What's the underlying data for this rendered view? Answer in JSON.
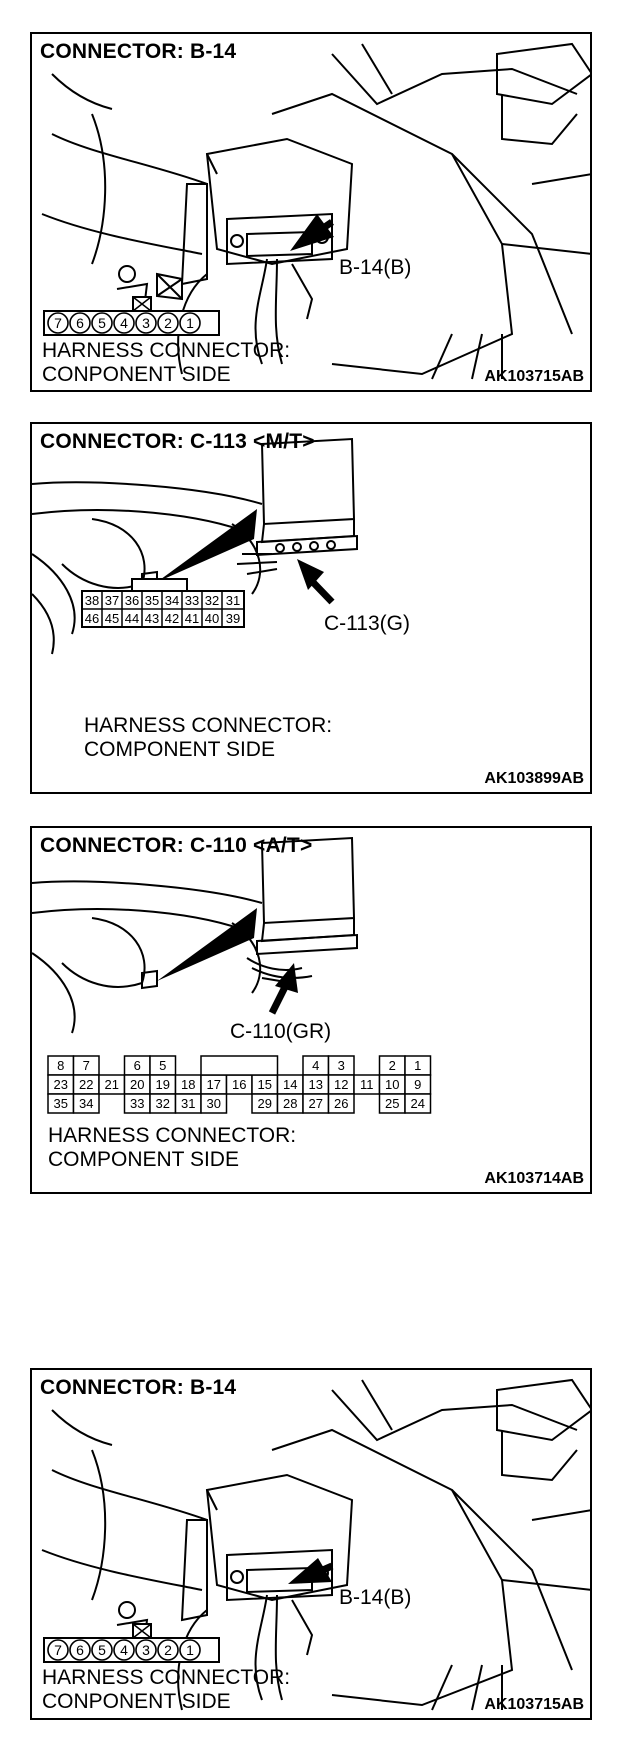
{
  "panels": [
    {
      "title": "CONNECTOR: B-14",
      "callout": "B-14(B)",
      "pins": [
        "7",
        "6",
        "5",
        "4",
        "3",
        "2",
        "1"
      ],
      "harness_line1": "HARNESS CONNECTOR:",
      "harness_line2": "CONPONENT SIDE",
      "code": "AK103715AB"
    },
    {
      "title": "CONNECTOR: C-113 <M/T>",
      "callout": "C-113(G)",
      "pins_top": [
        "38",
        "37",
        "36",
        "35",
        "34",
        "33",
        "32",
        "31"
      ],
      "pins_bottom": [
        "46",
        "45",
        "44",
        "43",
        "42",
        "41",
        "40",
        "39"
      ],
      "harness_line1": "HARNESS CONNECTOR:",
      "harness_line2": "COMPONENT SIDE",
      "code": "AK103899AB"
    },
    {
      "title": "CONNECTOR: C-110 <A/T>",
      "callout": "C-110(GR)",
      "row1": [
        "8",
        "7",
        "",
        "6",
        "5",
        "",
        "",
        "",
        "",
        "",
        "4",
        "3",
        "",
        "2",
        "1"
      ],
      "row2": [
        "23",
        "22",
        "21",
        "20",
        "19",
        "18",
        "17",
        "16",
        "15",
        "14",
        "13",
        "12",
        "11",
        "10",
        "9"
      ],
      "row3": [
        "35",
        "34",
        "",
        "33",
        "32",
        "31",
        "30",
        "",
        "29",
        "28",
        "27",
        "26",
        "",
        "25",
        "24"
      ],
      "harness_line1": "HARNESS CONNECTOR:",
      "harness_line2": "COMPONENT SIDE",
      "code": "AK103714AB"
    },
    {
      "title": "CONNECTOR: B-14",
      "callout": "B-14(B)",
      "pins": [
        "7",
        "6",
        "5",
        "4",
        "3",
        "2",
        "1"
      ],
      "harness_line1": "HARNESS CONNECTOR:",
      "harness_line2": "CONPONENT SIDE",
      "code": "AK103715AB"
    }
  ]
}
